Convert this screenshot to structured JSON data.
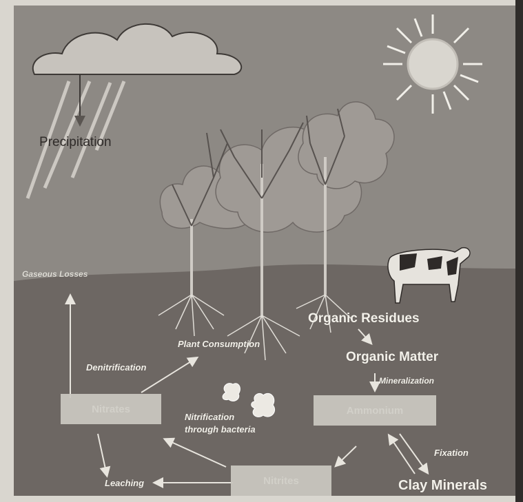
{
  "labels": {
    "precipitation": "Precipitation",
    "gaseous_losses": "Gaseous Losses",
    "organic_residues": "Organic Residues",
    "organic_matter": "Organic Matter",
    "mineralization": "Mineralization",
    "plant_consumption": "Plant Consumption",
    "denitrification": "Denitrification",
    "nitrification": "Nitrification",
    "through_bacteria": "through bacteria",
    "fixation": "Fixation",
    "leaching": "Leaching",
    "clay_minerals": "Clay Minerals"
  },
  "boxes": {
    "nitrates": "Nitrates",
    "ammonium": "Ammonium",
    "nitrites": "Nitrites"
  },
  "colors": {
    "sky": "#8d8984",
    "soil": "#6d6763",
    "label": "#f3f1ea",
    "box": "#c9c6bf"
  }
}
